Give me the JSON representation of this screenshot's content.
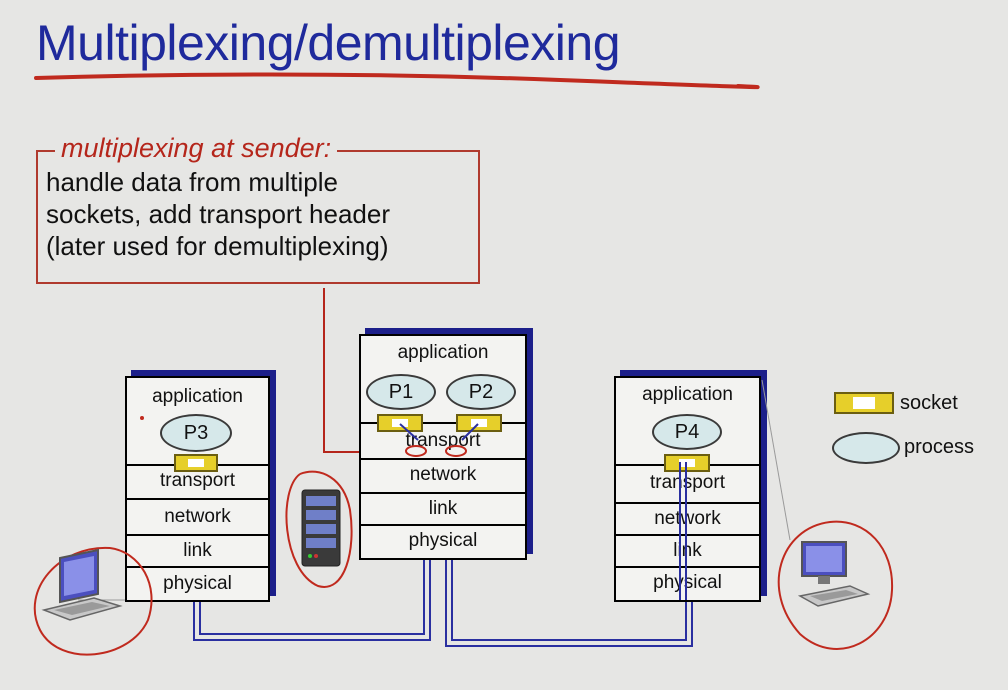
{
  "slide": {
    "title": "Multiplexing/demultiplexing",
    "colors": {
      "title": "#1f2a9c",
      "accent_red": "#b5261b",
      "wire_blue": "#2a2fa0",
      "socket_yellow": "#e6cf2a",
      "process_fill": "#d6e8ea"
    }
  },
  "callout": {
    "heading": "multiplexing at sender:",
    "lines": [
      "handle data from multiple",
      "sockets, add transport header",
      "(later used for demultiplexing)"
    ]
  },
  "stacks": {
    "left": {
      "application": "application",
      "process": "P3",
      "transport": "transport",
      "network": "network",
      "link": "link",
      "physical": "physical"
    },
    "middle": {
      "application": "application",
      "process1": "P1",
      "process2": "P2",
      "transport": "transport",
      "network": "network",
      "link": "link",
      "physical": "physical"
    },
    "right": {
      "application": "application",
      "process": "P4",
      "transport": "transport",
      "network": "network",
      "link": "link",
      "physical": "physical"
    }
  },
  "legend": {
    "socket": "socket",
    "process": "process"
  },
  "icons": [
    "laptop-icon",
    "server-icon",
    "desktop-icon"
  ]
}
